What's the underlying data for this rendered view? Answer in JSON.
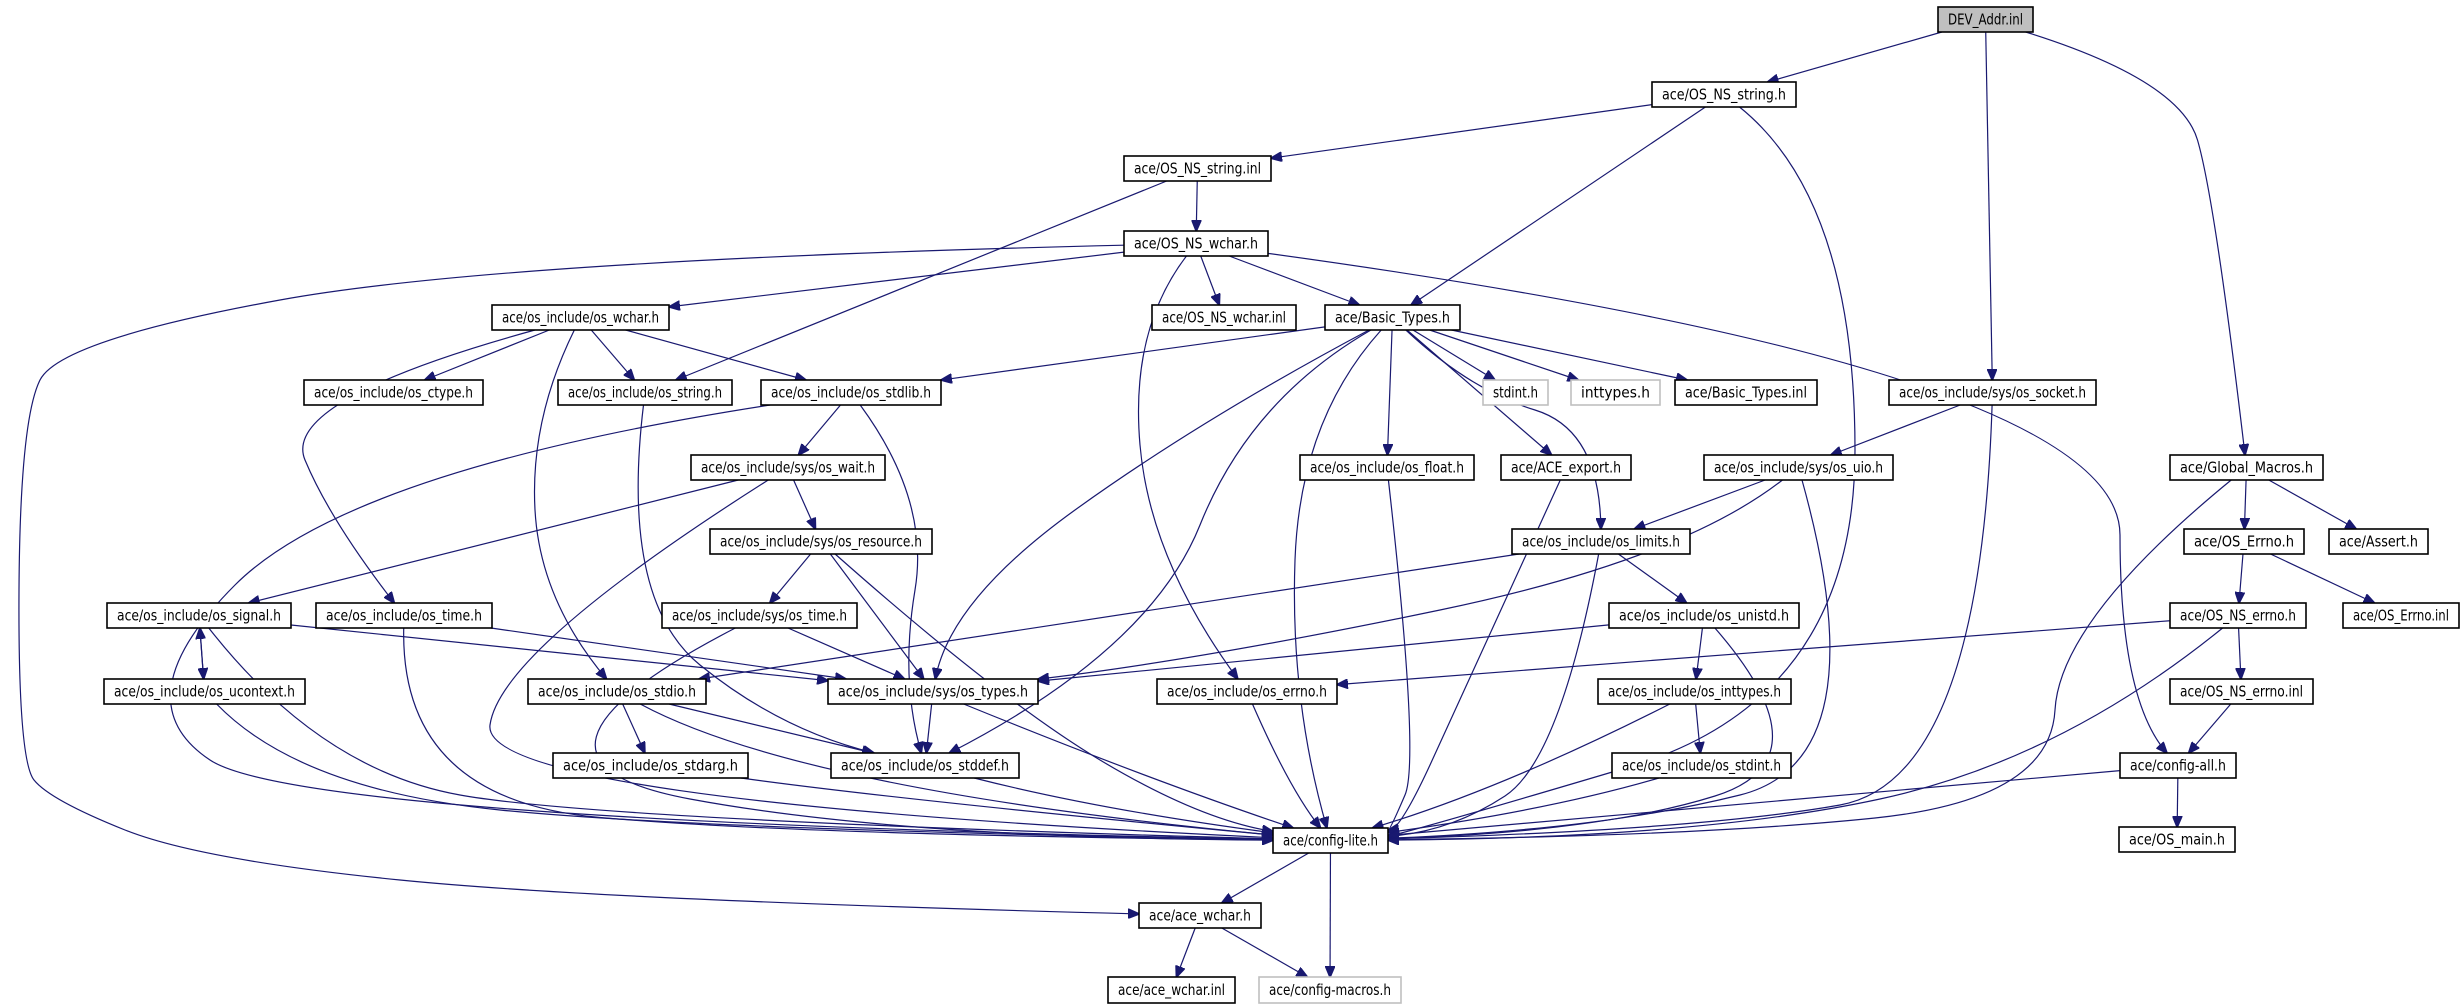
{
  "diagram": {
    "type": "include-dependency-graph",
    "root": "DEV_Addr.inl",
    "colors": {
      "edge": "#191970",
      "root_fill": "#bfbfbf",
      "node_border": "#000000",
      "external_border": "#bfbfbf"
    },
    "nodes": [
      {
        "id": "dev_addr_inl",
        "label": "DEV_Addr.inl",
        "kind": "root"
      },
      {
        "id": "os_ns_string_h",
        "label": "ace/OS_NS_string.h",
        "kind": "normal"
      },
      {
        "id": "os_ns_string_inl",
        "label": "ace/OS_NS_string.inl",
        "kind": "normal"
      },
      {
        "id": "os_ns_wchar_h",
        "label": "ace/OS_NS_wchar.h",
        "kind": "normal"
      },
      {
        "id": "os_wchar_h",
        "label": "ace/os_include/os_wchar.h",
        "kind": "normal"
      },
      {
        "id": "os_ns_wchar_inl",
        "label": "ace/OS_NS_wchar.inl",
        "kind": "normal"
      },
      {
        "id": "basic_types_h",
        "label": "ace/Basic_Types.h",
        "kind": "normal"
      },
      {
        "id": "os_ctype_h",
        "label": "ace/os_include/os_ctype.h",
        "kind": "normal"
      },
      {
        "id": "os_string_h",
        "label": "ace/os_include/os_string.h",
        "kind": "normal"
      },
      {
        "id": "os_stdlib_h",
        "label": "ace/os_include/os_stdlib.h",
        "kind": "normal"
      },
      {
        "id": "stdint_h",
        "label": "stdint.h",
        "kind": "external"
      },
      {
        "id": "inttypes_h",
        "label": "inttypes.h",
        "kind": "external"
      },
      {
        "id": "basic_types_inl",
        "label": "ace/Basic_Types.inl",
        "kind": "normal"
      },
      {
        "id": "os_socket_h",
        "label": "ace/os_include/sys/os_socket.h",
        "kind": "normal"
      },
      {
        "id": "os_wait_h",
        "label": "ace/os_include/sys/os_wait.h",
        "kind": "normal"
      },
      {
        "id": "os_float_h",
        "label": "ace/os_include/os_float.h",
        "kind": "normal"
      },
      {
        "id": "ace_export_h",
        "label": "ace/ACE_export.h",
        "kind": "normal"
      },
      {
        "id": "os_uio_h",
        "label": "ace/os_include/sys/os_uio.h",
        "kind": "normal"
      },
      {
        "id": "global_macros_h",
        "label": "ace/Global_Macros.h",
        "kind": "normal"
      },
      {
        "id": "os_resource_h",
        "label": "ace/os_include/sys/os_resource.h",
        "kind": "normal"
      },
      {
        "id": "os_limits_h",
        "label": "ace/os_include/os_limits.h",
        "kind": "normal"
      },
      {
        "id": "os_errno_cap_h",
        "label": "ace/OS_Errno.h",
        "kind": "normal"
      },
      {
        "id": "assert_h",
        "label": "ace/Assert.h",
        "kind": "normal"
      },
      {
        "id": "os_signal_h",
        "label": "ace/os_include/os_signal.h",
        "kind": "normal"
      },
      {
        "id": "os_time_h",
        "label": "ace/os_include/os_time.h",
        "kind": "normal"
      },
      {
        "id": "sys_os_time_h",
        "label": "ace/os_include/sys/os_time.h",
        "kind": "normal"
      },
      {
        "id": "os_unistd_h",
        "label": "ace/os_include/os_unistd.h",
        "kind": "normal"
      },
      {
        "id": "os_ns_errno_h",
        "label": "ace/OS_NS_errno.h",
        "kind": "normal"
      },
      {
        "id": "os_errno_cap_inl",
        "label": "ace/OS_Errno.inl",
        "kind": "normal"
      },
      {
        "id": "os_ucontext_h",
        "label": "ace/os_include/os_ucontext.h",
        "kind": "normal"
      },
      {
        "id": "os_stdio_h",
        "label": "ace/os_include/os_stdio.h",
        "kind": "normal"
      },
      {
        "id": "os_types_h",
        "label": "ace/os_include/sys/os_types.h",
        "kind": "normal"
      },
      {
        "id": "os_errno_h",
        "label": "ace/os_include/os_errno.h",
        "kind": "normal"
      },
      {
        "id": "os_inttypes_h",
        "label": "ace/os_include/os_inttypes.h",
        "kind": "normal"
      },
      {
        "id": "os_ns_errno_inl",
        "label": "ace/OS_NS_errno.inl",
        "kind": "normal"
      },
      {
        "id": "os_stdarg_h",
        "label": "ace/os_include/os_stdarg.h",
        "kind": "normal"
      },
      {
        "id": "os_stddef_h",
        "label": "ace/os_include/os_stddef.h",
        "kind": "normal"
      },
      {
        "id": "os_stdint_h",
        "label": "ace/os_include/os_stdint.h",
        "kind": "normal"
      },
      {
        "id": "config_all_h",
        "label": "ace/config-all.h",
        "kind": "normal"
      },
      {
        "id": "config_lite_h",
        "label": "ace/config-lite.h",
        "kind": "normal"
      },
      {
        "id": "os_main_h",
        "label": "ace/OS_main.h",
        "kind": "normal"
      },
      {
        "id": "ace_wchar_h",
        "label": "ace/ace_wchar.h",
        "kind": "normal"
      },
      {
        "id": "ace_wchar_inl",
        "label": "ace/ace_wchar.inl",
        "kind": "normal"
      },
      {
        "id": "config_macros_h",
        "label": "ace/config-macros.h",
        "kind": "external"
      }
    ],
    "edges": [
      [
        "dev_addr_inl",
        "os_ns_string_h"
      ],
      [
        "dev_addr_inl",
        "os_socket_h"
      ],
      [
        "dev_addr_inl",
        "global_macros_h"
      ],
      [
        "os_ns_string_h",
        "os_ns_string_inl"
      ],
      [
        "os_ns_string_h",
        "basic_types_h"
      ],
      [
        "os_ns_string_h",
        "config_lite_h"
      ],
      [
        "os_ns_string_inl",
        "os_ns_wchar_h"
      ],
      [
        "os_ns_string_inl",
        "os_string_h"
      ],
      [
        "os_ns_wchar_h",
        "os_wchar_h"
      ],
      [
        "os_ns_wchar_h",
        "os_ns_wchar_inl"
      ],
      [
        "os_ns_wchar_h",
        "basic_types_h"
      ],
      [
        "os_ns_wchar_h",
        "os_errno_h"
      ],
      [
        "os_ns_wchar_h",
        "config_all_h"
      ],
      [
        "os_ns_wchar_h",
        "ace_wchar_h"
      ],
      [
        "os_wchar_h",
        "os_ctype_h"
      ],
      [
        "os_wchar_h",
        "os_string_h"
      ],
      [
        "os_wchar_h",
        "os_stdlib_h"
      ],
      [
        "os_wchar_h",
        "os_time_h"
      ],
      [
        "os_wchar_h",
        "os_stdio_h"
      ],
      [
        "basic_types_h",
        "os_stdlib_h"
      ],
      [
        "basic_types_h",
        "stdint_h"
      ],
      [
        "basic_types_h",
        "inttypes_h"
      ],
      [
        "basic_types_h",
        "basic_types_inl"
      ],
      [
        "basic_types_h",
        "os_float_h"
      ],
      [
        "basic_types_h",
        "ace_export_h"
      ],
      [
        "basic_types_h",
        "os_limits_h"
      ],
      [
        "basic_types_h",
        "os_types_h"
      ],
      [
        "basic_types_h",
        "os_stddef_h"
      ],
      [
        "basic_types_h",
        "config_lite_h"
      ],
      [
        "os_string_h",
        "os_stddef_h"
      ],
      [
        "os_stdlib_h",
        "os_wait_h"
      ],
      [
        "os_stdlib_h",
        "os_stddef_h"
      ],
      [
        "os_stdlib_h",
        "config_lite_h"
      ],
      [
        "os_wait_h",
        "os_signal_h"
      ],
      [
        "os_wait_h",
        "os_resource_h"
      ],
      [
        "os_wait_h",
        "config_lite_h"
      ],
      [
        "os_resource_h",
        "sys_os_time_h"
      ],
      [
        "os_resource_h",
        "os_types_h"
      ],
      [
        "os_resource_h",
        "config_lite_h"
      ],
      [
        "os_signal_h",
        "os_ucontext_h"
      ],
      [
        "os_signal_h",
        "os_types_h"
      ],
      [
        "os_signal_h",
        "config_lite_h"
      ],
      [
        "os_ucontext_h",
        "os_signal_h"
      ],
      [
        "os_ucontext_h",
        "config_lite_h"
      ],
      [
        "os_time_h",
        "os_types_h"
      ],
      [
        "os_time_h",
        "config_lite_h"
      ],
      [
        "sys_os_time_h",
        "os_types_h"
      ],
      [
        "sys_os_time_h",
        "config_lite_h"
      ],
      [
        "os_socket_h",
        "os_uio_h"
      ],
      [
        "os_socket_h",
        "config_lite_h"
      ],
      [
        "os_uio_h",
        "os_limits_h"
      ],
      [
        "os_uio_h",
        "os_types_h"
      ],
      [
        "os_uio_h",
        "config_lite_h"
      ],
      [
        "os_limits_h",
        "os_unistd_h"
      ],
      [
        "os_limits_h",
        "os_stdio_h"
      ],
      [
        "os_limits_h",
        "config_lite_h"
      ],
      [
        "os_unistd_h",
        "os_types_h"
      ],
      [
        "os_unistd_h",
        "os_inttypes_h"
      ],
      [
        "os_unistd_h",
        "config_lite_h"
      ],
      [
        "os_inttypes_h",
        "os_stdint_h"
      ],
      [
        "os_inttypes_h",
        "config_lite_h"
      ],
      [
        "os_stdint_h",
        "config_lite_h"
      ],
      [
        "os_stdio_h",
        "os_stdarg_h"
      ],
      [
        "os_stdio_h",
        "os_stddef_h"
      ],
      [
        "os_stdio_h",
        "config_lite_h"
      ],
      [
        "os_stdarg_h",
        "config_lite_h"
      ],
      [
        "os_stddef_h",
        "config_lite_h"
      ],
      [
        "os_types_h",
        "os_stddef_h"
      ],
      [
        "os_types_h",
        "config_lite_h"
      ],
      [
        "os_errno_h",
        "config_lite_h"
      ],
      [
        "os_float_h",
        "config_lite_h"
      ],
      [
        "ace_export_h",
        "config_lite_h"
      ],
      [
        "global_macros_h",
        "os_errno_cap_h"
      ],
      [
        "global_macros_h",
        "assert_h"
      ],
      [
        "global_macros_h",
        "config_lite_h"
      ],
      [
        "os_errno_cap_h",
        "os_ns_errno_h"
      ],
      [
        "os_errno_cap_h",
        "os_errno_cap_inl"
      ],
      [
        "os_ns_errno_h",
        "os_errno_h"
      ],
      [
        "os_ns_errno_h",
        "os_ns_errno_inl"
      ],
      [
        "os_ns_errno_h",
        "config_lite_h"
      ],
      [
        "os_ns_errno_inl",
        "config_all_h"
      ],
      [
        "config_all_h",
        "config_lite_h"
      ],
      [
        "config_all_h",
        "os_main_h"
      ],
      [
        "config_lite_h",
        "ace_wchar_h"
      ],
      [
        "config_lite_h",
        "config_macros_h"
      ],
      [
        "ace_wchar_h",
        "ace_wchar_inl"
      ],
      [
        "ace_wchar_h",
        "config_macros_h"
      ]
    ]
  }
}
